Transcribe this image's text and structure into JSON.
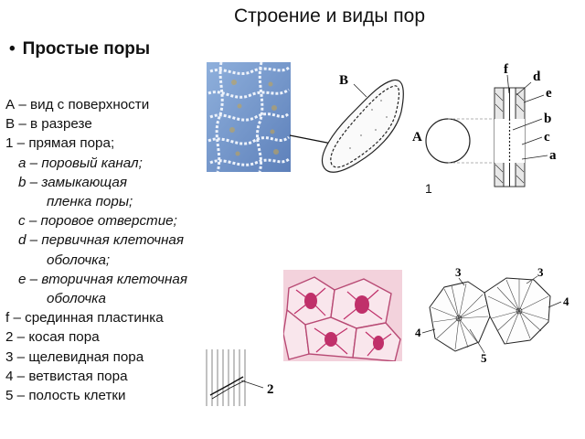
{
  "title": "Строение и виды пор",
  "subtitle": "Простые поры",
  "legend": [
    {
      "text": "А – вид с поверхности",
      "italic": false,
      "indent": 0
    },
    {
      "text": "В – в разрезе",
      "italic": false,
      "indent": 0
    },
    {
      "text": "1 – прямая пора;",
      "italic": false,
      "indent": 0
    },
    {
      "text": "a – поровый канал;",
      "italic": true,
      "indent": 1
    },
    {
      "text": "b – замыкающая",
      "italic": true,
      "indent": 1
    },
    {
      "text": "пленка поры;",
      "italic": true,
      "indent": 2
    },
    {
      "text": "c – поровое отверстие;",
      "italic": true,
      "indent": 1
    },
    {
      "text": "d – первичная клеточная",
      "italic": true,
      "indent": 1
    },
    {
      "text": "оболочка;",
      "italic": true,
      "indent": 2
    },
    {
      "text": "e – вторичная клеточная",
      "italic": true,
      "indent": 1
    },
    {
      "text": "оболочка",
      "italic": true,
      "indent": 2
    },
    {
      "text": "f – срединная пластинка",
      "italic": false,
      "indent": 0
    },
    {
      "text": "2 – косая пора",
      "italic": false,
      "indent": 0
    },
    {
      "text": "3 – щелевидная пора",
      "italic": false,
      "indent": 0
    },
    {
      "text": "4 – ветвистая пора",
      "italic": false,
      "indent": 0
    },
    {
      "text": "5 – полость клетки",
      "italic": false,
      "indent": 0
    }
  ],
  "figure1": {
    "label_B": "B",
    "label_A": "A",
    "label_f": "f",
    "label_d": "d",
    "label_e": "e",
    "label_b": "b",
    "label_c": "c",
    "label_a": "a",
    "number": "1"
  },
  "figure2": {
    "label": "2"
  },
  "figure3": {
    "label_3a": "3",
    "label_3b": "3",
    "label_4a": "4",
    "label_4b": "4",
    "label_5": "5"
  },
  "colors": {
    "micrograph_blue": "#6f8fc4",
    "micrograph_pink": "#c4507c",
    "ink": "#222222"
  }
}
